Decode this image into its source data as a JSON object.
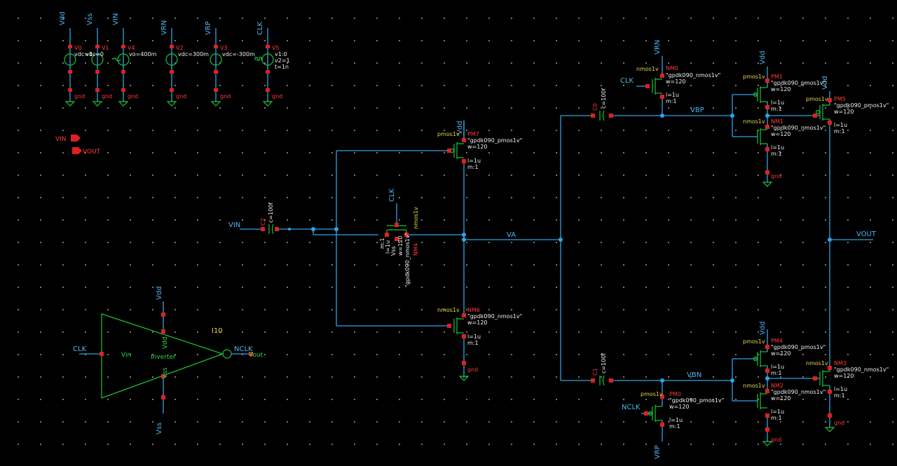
{
  "sources": [
    {
      "net": "Vdd",
      "inst": "V0",
      "param": "vdc=1"
    },
    {
      "net": "Vss",
      "inst": "V1",
      "param": "vdc=0"
    },
    {
      "net": "VIN",
      "inst": "V4",
      "param": "vo=400m"
    },
    {
      "net": "VRN",
      "inst": "V2",
      "param": "vdc=300m"
    },
    {
      "net": "VRP",
      "inst": "V3",
      "param": "vdc=-300m"
    },
    {
      "net": "CLK",
      "inst": "V5",
      "param": "v1:0",
      "param2": "v2=1",
      "param3": "t=1n"
    }
  ],
  "gnd_label": "gnd",
  "pins": {
    "vin": "VIN",
    "vout": "VOUT"
  },
  "nets": {
    "vin": "VIN",
    "va": "VA",
    "vbp": "VBP",
    "vbn": "VBN",
    "vout": "VOUT",
    "clk": "CLK",
    "nclk": "NCLK",
    "vdd": "Vdd",
    "vss": "Vss",
    "vrn": "VRN",
    "vrp": "VRP"
  },
  "capacitors": [
    {
      "inst": "C2",
      "param": "c=100f"
    },
    {
      "inst": "C0",
      "param": "c=100f"
    },
    {
      "inst": "C1",
      "param": "c=100f"
    }
  ],
  "transistors": {
    "pm7": {
      "type": "pmos1v",
      "inst": "PM7",
      "model": "\"gpdk090_pmos1v\"",
      "w": "w=120",
      "l": "l=1u",
      "m": "m:1"
    },
    "nm6": {
      "type": "nmos1v",
      "inst": "NM6",
      "model": "\"gpdk090_nmos1v\"",
      "w": "w=120",
      "l": "l=1u",
      "m": "m:1"
    },
    "nm4": {
      "type": "nmos1v",
      "inst": "NM4",
      "model": "\"gpdk090_nmos1v\"",
      "w": "w=120",
      "l": "l=1u",
      "m": "m:1"
    },
    "nm0": {
      "type": "nmos1v",
      "inst": "NM0",
      "model": "\"gpdk090_nmos1v\"",
      "w": "w=120",
      "l": "l=1u",
      "m": "m:1"
    },
    "pm1": {
      "type": "pmos1v",
      "inst": "PM1",
      "model": "\"gpdk090_pmos1v\"",
      "w": "w=120",
      "l": "l=1u",
      "m": "m:1"
    },
    "nm1": {
      "type": "nmos1v",
      "inst": "NM1",
      "model": "\"gpdk090_nmos1v\"",
      "w": "w=120",
      "l": "l=1u",
      "m": "m:1"
    },
    "pm5": {
      "type": "pmos1v",
      "inst": "PM5",
      "model": "\"gpdk090_pmos1v\"",
      "w": "w=120",
      "l": "l=1u",
      "m": "m:1"
    },
    "pm4": {
      "type": "pmos1v",
      "inst": "PM4",
      "model": "\"gpdk090_pmos1v\"",
      "w": "w=120",
      "l": "l=1u",
      "m": "m:1"
    },
    "nm2": {
      "type": "nmos1v",
      "inst": "NM2",
      "model": "\"gpdk090_nmos1v\"",
      "w": "w=120",
      "l": "l=1u",
      "m": "m:1"
    },
    "nm3": {
      "type": "nmos1v",
      "inst": "NM3",
      "model": "\"gpdk090_nmos1v\"",
      "w": "w=120",
      "l": "l=1u",
      "m": "m:1"
    },
    "pm0": {
      "type": "pmos1v",
      "inst": "PM0",
      "model": "\"gpdk090_pmos1v\"",
      "w": "w=120",
      "l": "l=1u",
      "m": "m:1"
    }
  },
  "inverter": {
    "inst": "I10",
    "name": "Inverter",
    "in_pin": "Vin",
    "out_pin": "Vout",
    "vdd_pin": "Vdd",
    "vss_pin": "Vss"
  }
}
